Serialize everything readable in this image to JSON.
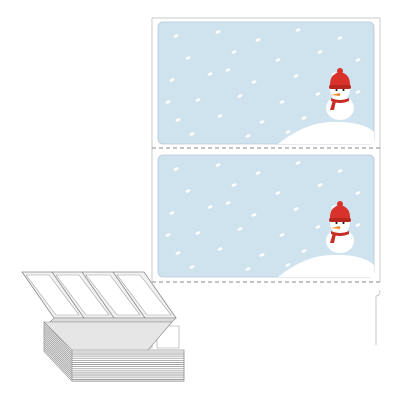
{
  "colors": {
    "sheet_border": "#c8c8c8",
    "label_sky": "#cfe3ef",
    "snowflake": "#ffffff",
    "snow_ground": "#ffffff",
    "hat_red": "#d9322b",
    "scarf_red": "#c62d25",
    "nose_orange": "#f08a2a",
    "stack_fill": "#ececec",
    "stack_edge": "#9a9a9a"
  },
  "labels": [
    {
      "name": "label-top",
      "illustration": "snowman-icon"
    },
    {
      "name": "label-bottom",
      "illustration": "snowman-icon"
    }
  ],
  "stack": {
    "columns": 4,
    "icon": "fanfold-label-stack-icon"
  }
}
